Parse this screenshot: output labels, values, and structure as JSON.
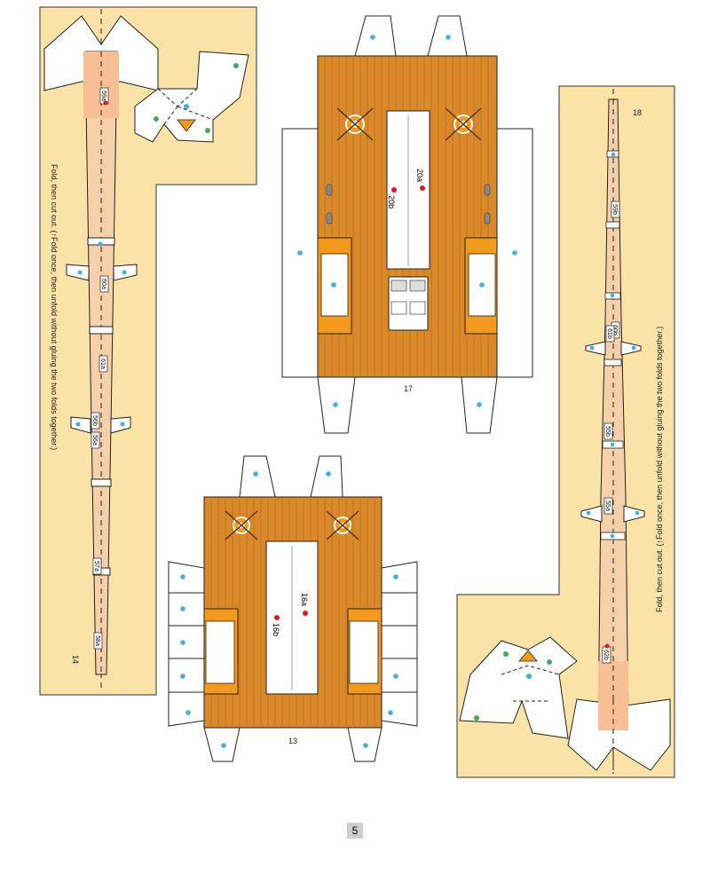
{
  "colors": {
    "panel_bg": "#fbe3a8",
    "mast_fill": "#f6d0a8",
    "mast_stripe": "#f9bf94",
    "deck_fill": "#d9892a",
    "deck_line": "#b66a14",
    "bench": "#f39a1d",
    "dot_blue": "#3fb1d8",
    "dot_green": "#46a85a",
    "dot_red": "#e3161b",
    "outline": "#222222"
  },
  "pieces": {
    "mast_14": {
      "number": "14",
      "instruction": "Fold, then cut out. (↑Fold once, then unfold without gluing the two folds together.)",
      "labels": [
        "59a",
        "60a",
        "61a",
        "56b",
        "56a",
        "57a",
        "58a"
      ]
    },
    "deck_17": {
      "number": "17",
      "labels": [
        "20a",
        "20b"
      ]
    },
    "deck_13": {
      "number": "13",
      "labels": [
        "16a",
        "16b"
      ]
    },
    "mast_18": {
      "number": "18",
      "instruction": "Fold, then cut out. (↑Fold once, then unfold without gluing the two folds together.)",
      "labels": [
        "59b",
        "60b",
        "61b",
        "55b",
        "55a",
        "62b"
      ]
    }
  },
  "page_number": "5"
}
